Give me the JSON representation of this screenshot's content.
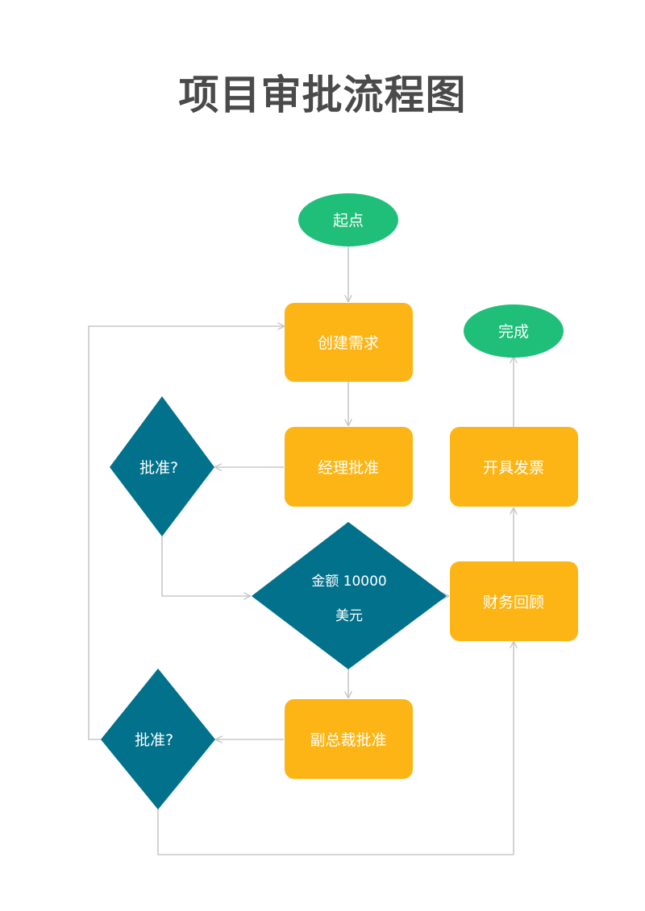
{
  "title": "项目审批流程图",
  "colors": {
    "start_end": "#1fbf7a",
    "process": "#fdb515",
    "decision": "#02718c",
    "connector": "#c8c8c8",
    "text": "#ffffff",
    "title": "#4a4a4a"
  },
  "nodes": {
    "start": "起点",
    "create_request": "创建需求",
    "manager_approval": "经理批准",
    "approved_1": "批准?",
    "amount_line1": "金额 10000",
    "amount_line2": "美元",
    "vp_approval": "副总裁批准",
    "approved_2": "批准?",
    "finance_review": "财务回顾",
    "issue_invoice": "开具发票",
    "done": "完成"
  }
}
